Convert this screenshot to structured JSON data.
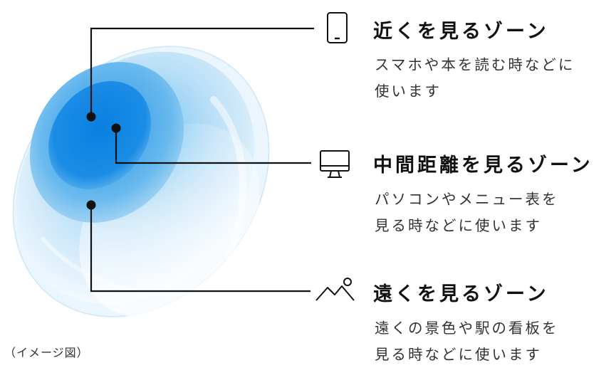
{
  "zones": [
    {
      "icon": "smartphone-icon",
      "title": "近くを見るゾーン",
      "description": [
        "スマホや本を読む時などに",
        "使います"
      ]
    },
    {
      "icon": "monitor-icon",
      "title": "中間距離を見るゾーン",
      "description": [
        "パソコンやメニュー表を",
        "見る時などに使います"
      ]
    },
    {
      "icon": "mountain-icon",
      "title": "遠くを見るゾーン",
      "description": [
        "遠くの景色や駅の看板を",
        "見る時などに使います"
      ]
    }
  ],
  "caption": "（イメージ図）",
  "colors": {
    "lens_center": "#0a7fe0",
    "lens_edge": "#dcefff",
    "leader_line": "#111111"
  }
}
